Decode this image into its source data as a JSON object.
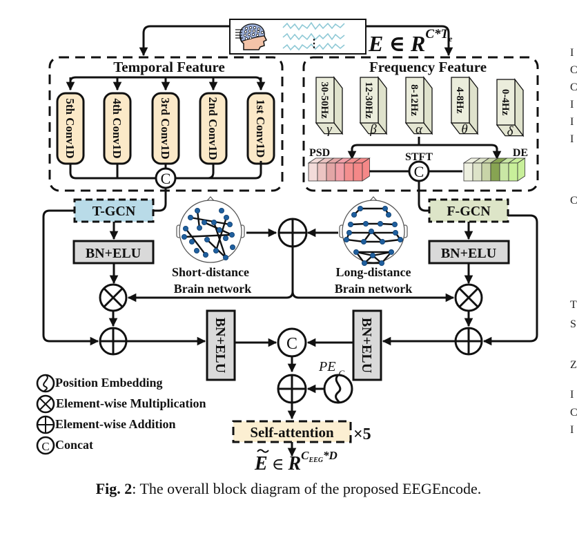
{
  "input": {
    "formula_base": "E ∈ R",
    "formula_sup": "C*T",
    "formula_sub": "e",
    "ellipsis": "⋮"
  },
  "temporal": {
    "title": "Temporal Feature",
    "convs": [
      "5th Conv1D",
      "4th Conv1D",
      "3rd Conv1D",
      "2nd Conv1D",
      "1st Conv1D"
    ],
    "concat": "C"
  },
  "frequency": {
    "title": "Frequency Feature",
    "bands": [
      {
        "range": "30-50Hz",
        "symbol": "γ"
      },
      {
        "range": "12-30Hz",
        "symbol": "β"
      },
      {
        "range": "8-12Hz",
        "symbol": "α"
      },
      {
        "range": "4-8Hz",
        "symbol": "θ"
      },
      {
        "range": "0-4Hz",
        "symbol": "δ"
      }
    ],
    "psd_label": "PSD",
    "stft_label": "STFT",
    "de_label": "DE",
    "concat": "C",
    "psd_colors": [
      "#f3dcda",
      "#ecc4c2",
      "#e3a6a6",
      "#f2a0a8",
      "#f48f8f",
      "#f58888"
    ],
    "de_colors": [
      "#eef0e0",
      "#dde3c8",
      "#c8d4a8",
      "#87a452",
      "#c9e7a5",
      "#c8ef9a"
    ]
  },
  "gcn": {
    "t_label": "T-GCN",
    "f_label": "F-GCN",
    "t_color": "#b9dbe8",
    "f_color": "#dde5c8",
    "bn_elu": "BN+ELU"
  },
  "networks": {
    "short_line1": "Short-distance",
    "short_line2": "Brain network",
    "long_line1": "Long-distance",
    "long_line2": "Brain network",
    "node_color": "#1f5f9e"
  },
  "fusion": {
    "concat": "C",
    "pe_label": "PE",
    "pe_sub": "C",
    "self_attention": "Self-attention",
    "repeat": "×5",
    "output_base": "E",
    "output_in": "∈",
    "output_R": "R",
    "output_sup_C": "C",
    "output_sup_sub": "EEG",
    "output_sup_rest": "*D"
  },
  "legend": [
    {
      "icon": "position-embedding-icon",
      "label": "Position Embedding"
    },
    {
      "icon": "multiplication-icon",
      "label": "Element-wise Multiplication"
    },
    {
      "icon": "addition-icon",
      "label": "Element-wise Addition"
    },
    {
      "icon": "concat-icon",
      "label": "Concat"
    }
  ],
  "caption": {
    "fig": "Fig. 2",
    "text": ": The overall block diagram of the proposed EEGEncode."
  },
  "colors": {
    "conv_fill": "#fbe9c8",
    "band_fill": "#ebeddc",
    "bn_fill": "#d9d9d9",
    "self_attention_fill": "#fcefd2",
    "wave": "#8fc9d6",
    "head_skin": "#f3c3a8",
    "cap": "#9db0d8"
  }
}
